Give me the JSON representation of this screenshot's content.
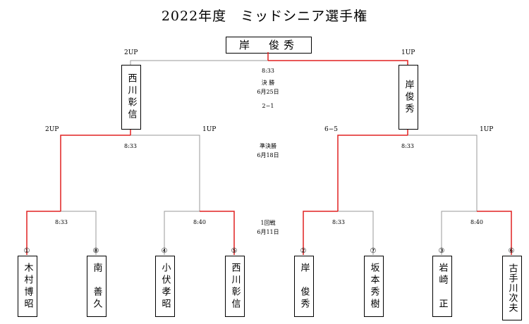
{
  "title": "2022年度　ミッドシニア選手権",
  "champion": "岸　俊秀",
  "final": {
    "left_player": "西川彰信",
    "right_player": "岸俊秀",
    "left_score": "2UP",
    "right_score": "1UP",
    "time": "8:33",
    "round": "決 勝",
    "date": "6月25日",
    "result": "2−1"
  },
  "semis": {
    "round": "準決勝",
    "date": "6月18日",
    "left_time": "8:33",
    "right_time": "8:33",
    "scores": [
      "2UP",
      "1UP",
      "6−5",
      "1UP"
    ]
  },
  "first_round": {
    "round": "1回戦",
    "date": "6月11日",
    "times": [
      "8:33",
      "8:40",
      "8:33",
      "8:40"
    ]
  },
  "players": [
    {
      "seed": "①",
      "name": "木村博昭"
    },
    {
      "seed": "⑧",
      "name": "南　善久"
    },
    {
      "seed": "④",
      "name": "小伏孝昭"
    },
    {
      "seed": "⑤",
      "name": "西川彰信"
    },
    {
      "seed": "②",
      "name": "岸　俊秀"
    },
    {
      "seed": "⑦",
      "name": "坂本秀樹"
    },
    {
      "seed": "③",
      "name": "岩崎　正"
    },
    {
      "seed": "⑥",
      "name": "古手川次夫"
    }
  ],
  "colors": {
    "winner_line": "#e02020",
    "line": "#999999"
  }
}
